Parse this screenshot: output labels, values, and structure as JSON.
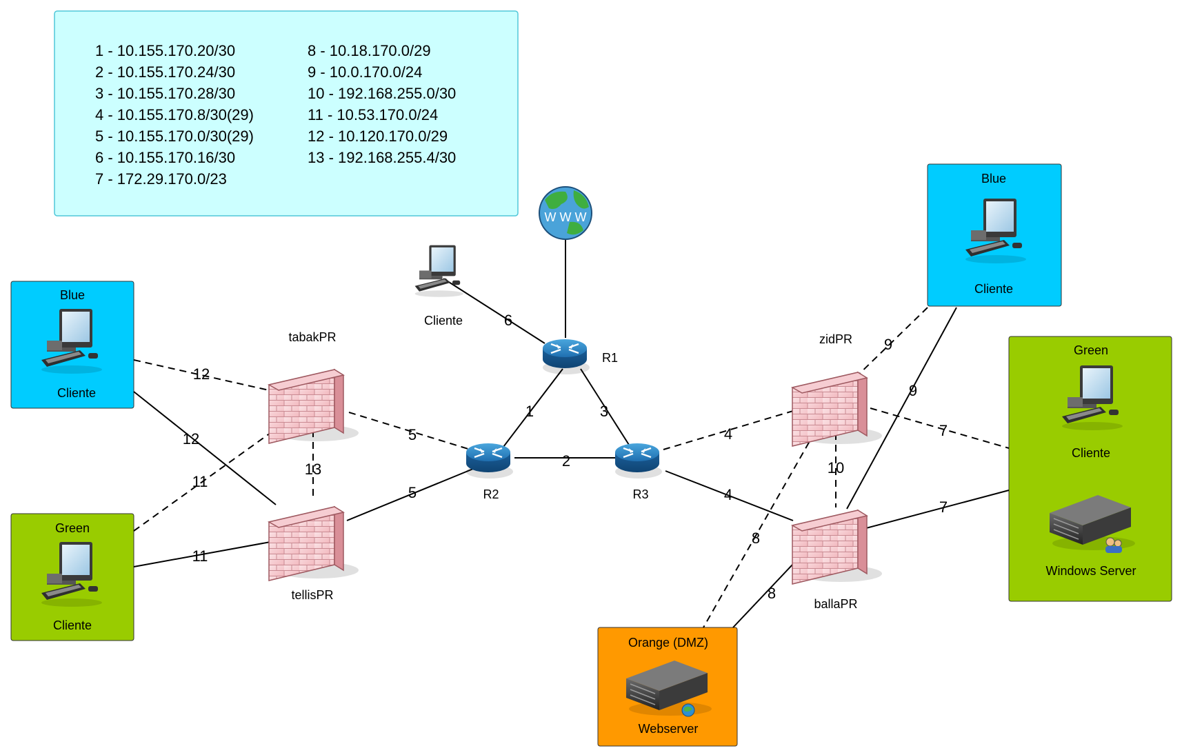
{
  "legend": {
    "left": [
      "1 - 10.155.170.20/30",
      "2 - 10.155.170.24/30",
      "3 - 10.155.170.28/30",
      "4 - 10.155.170.8/30(29)",
      "5 - 10.155.170.0/30(29)",
      "6 - 10.155.170.16/30",
      "7 - 172.29.170.0/23"
    ],
    "right": [
      "8 - 10.18.170.0/29",
      "9 - 10.0.170.0/24",
      "10 - 192.168.255.0/30",
      "11 - 10.53.170.0/24",
      "12 - 10.120.170.0/29",
      "13 - 192.168.255.4/30"
    ]
  },
  "zones": {
    "blue_left": {
      "title": "Blue",
      "client": "Cliente",
      "color": "#00ccff"
    },
    "green_left": {
      "title": "Green",
      "client": "Cliente",
      "color": "#99cc00"
    },
    "blue_right": {
      "title": "Blue",
      "client": "Cliente",
      "color": "#00ccff"
    },
    "green_right": {
      "title": "Green",
      "client": "Cliente",
      "server": "Windows Server",
      "color": "#99cc00"
    },
    "orange": {
      "title": "Orange (DMZ)",
      "server": "Webserver",
      "color": "#ff9900"
    }
  },
  "nodes": {
    "r1": "R1",
    "r2": "R2",
    "r3": "R3",
    "tabak": "tabakPR",
    "tellis": "tellisPR",
    "zid": "zidPR",
    "balla": "ballaPR",
    "client_top": "Cliente",
    "internet_icon": "globe-www-icon",
    "internet_text": "W W W"
  },
  "links": {
    "l6": "6",
    "l1": "1",
    "l3": "3",
    "l2": "2",
    "l5_dash": "5",
    "l5_solid": "5",
    "l4_dash": "4",
    "l4_solid": "4",
    "l12_dash": "12",
    "l12_solid": "12",
    "l11_dash": "11",
    "l11_solid": "11",
    "l13": "13",
    "l10": "10",
    "l9_dash": "9",
    "l9_solid": "9",
    "l7_dash": "7",
    "l7_solid": "7",
    "l8_dash": "8",
    "l8_solid": "8"
  }
}
